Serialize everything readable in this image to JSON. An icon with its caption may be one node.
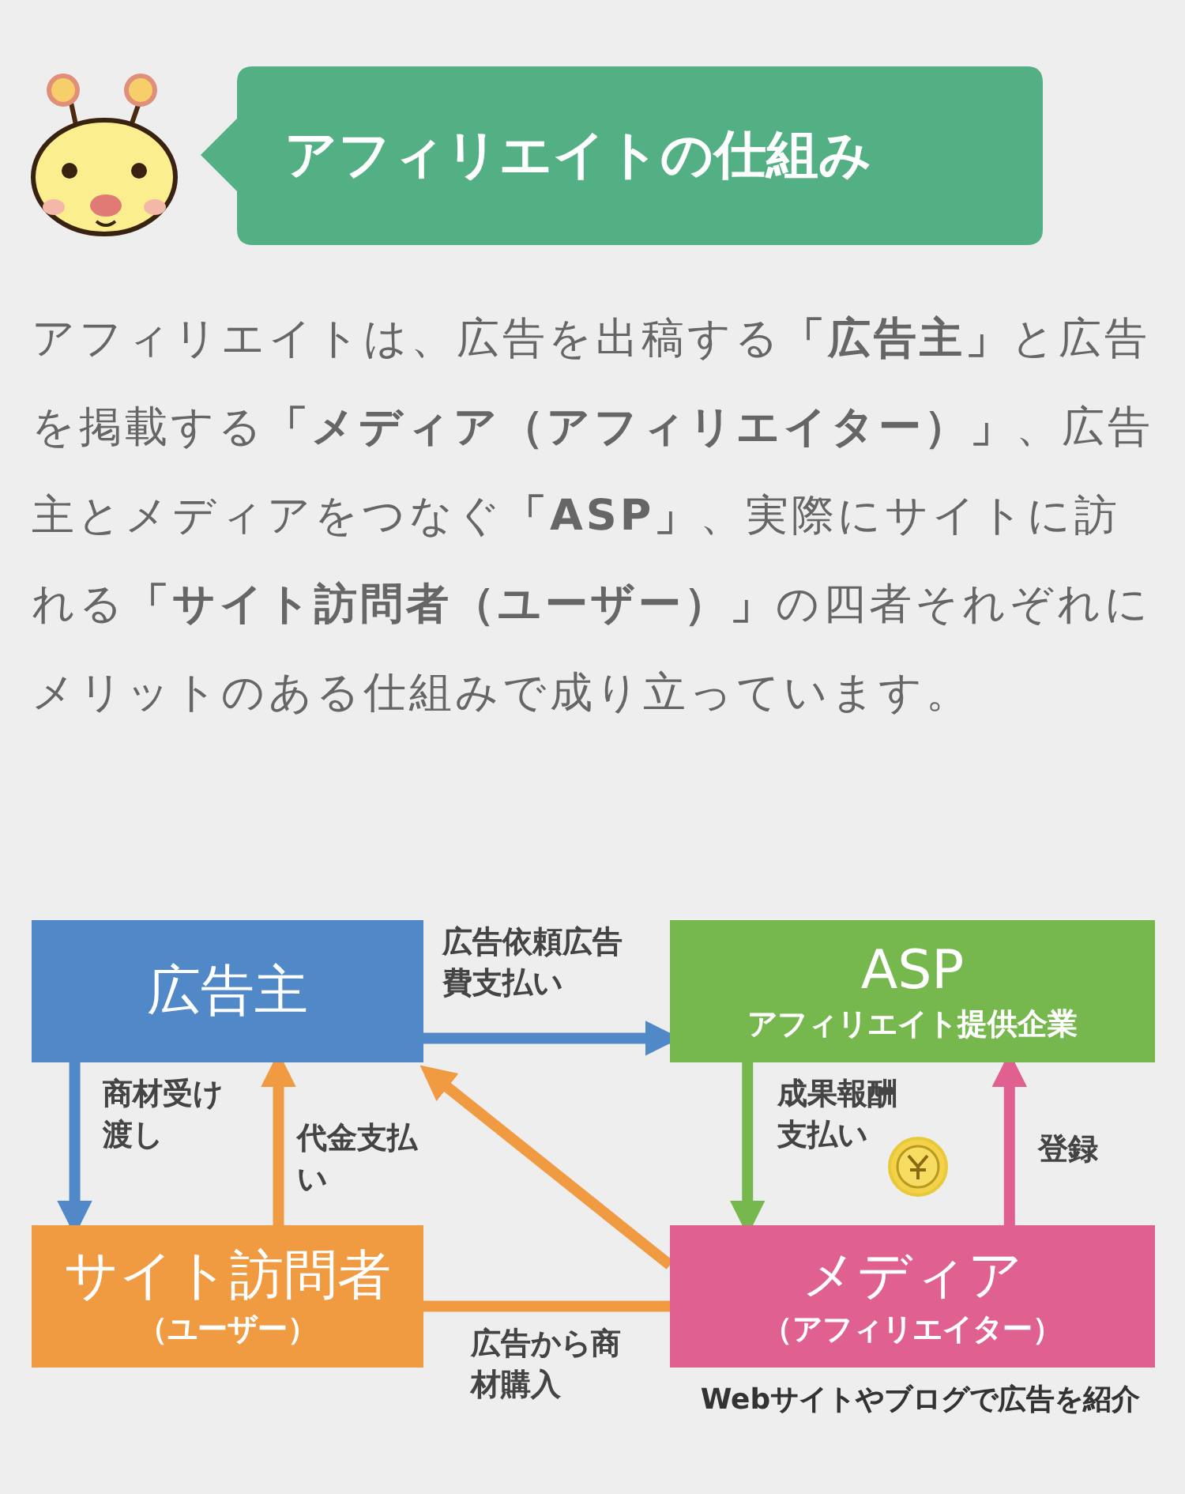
{
  "diagram": {
    "title": "アフィリエイトの仕組み",
    "nodes": [
      {
        "text": [
          "広告主"
        ]
      },
      {
        "text": [
          "ASP",
          "アフィリエイト提供企業"
        ]
      },
      {
        "text": [
          "サイト訪問者",
          "（ユーザー）"
        ]
      },
      {
        "text": [
          "メディア",
          "（アフィリエイター）"
        ],
        "beside": [
          "Webサイトやブログで広告を紹介"
        ]
      }
    ],
    "edges": [
      {
        "from": 0,
        "to": 1,
        "arrow": "to",
        "label": "広告依頼広告費支払い",
        "color": "#5189c8"
      },
      {
        "from": 0,
        "to": 2,
        "arrow": "to",
        "label": "商材受け渡し",
        "color": "#5189c8"
      },
      {
        "from": 2,
        "to": 0,
        "arrow": "to",
        "label": "代金支払い",
        "color": "#f09a41"
      },
      {
        "from": 3,
        "to": 0,
        "arrow": "to",
        "color": "#f09a41"
      },
      {
        "from": 2,
        "to": 3,
        "arrow": "none",
        "label": "広告から商材購入",
        "color": "#f09a41"
      },
      {
        "from": 1,
        "to": 3,
        "arrow": "to",
        "label": "成果報酬支払い",
        "color": "#77b84e"
      },
      {
        "from": 3,
        "to": 1,
        "arrow": "to",
        "label": "登録",
        "color": "#e06090"
      }
    ],
    "labels": [
      "アフィリエイトは、広告を出稿する**「広告主」**と広告を掲載する**「メディア（アフィリエイター）」**、広告主とメディアをつなぐ**「ASP」**、実際にサイトに訪れる**「サイト訪問者（ユーザー）」**の四者それぞれにメリットのある仕組みで成り立っています。"
    ]
  }
}
